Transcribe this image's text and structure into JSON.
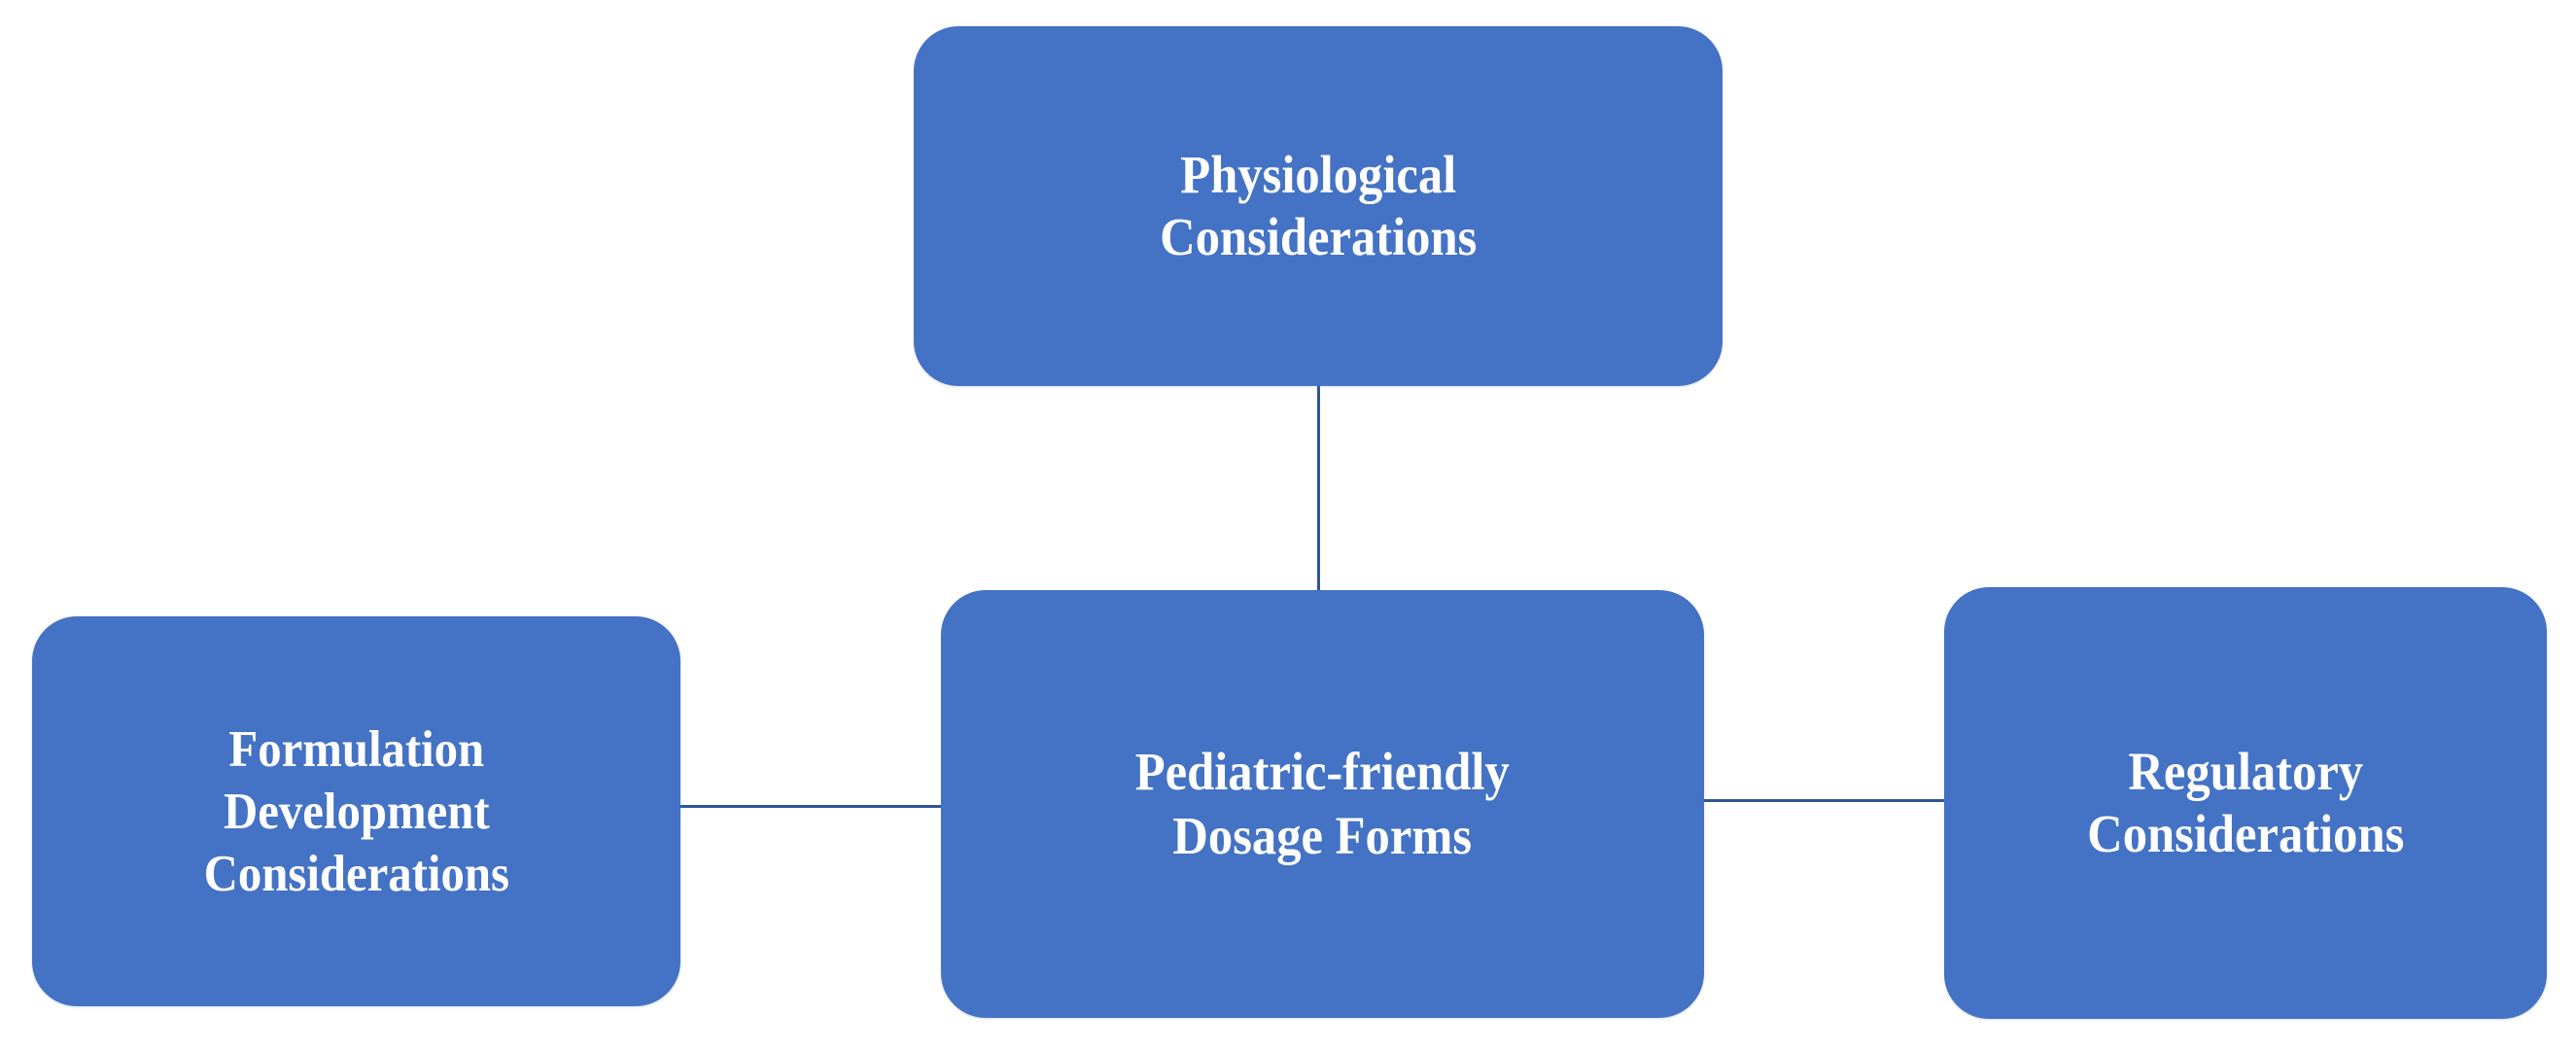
{
  "diagram": {
    "type": "concept-map",
    "title": "Pediatric-friendly Dosage Forms",
    "background_color": "#FFFFFF",
    "node_fill_color": "#4472C4",
    "node_text_color": "#FFFFFF",
    "connector_color": "#2F5597",
    "nodes": [
      {
        "id": "physiological",
        "label": "Physiological\nConsiderations",
        "role": "branch",
        "position": "top"
      },
      {
        "id": "center",
        "label": "Pediatric-friendly\nDosage Forms",
        "role": "center",
        "position": "center"
      },
      {
        "id": "formulation",
        "label": "Formulation\nDevelopment\nConsiderations",
        "role": "branch",
        "position": "left"
      },
      {
        "id": "regulatory",
        "label": "Regulatory\nConsiderations",
        "role": "branch",
        "position": "right"
      }
    ],
    "connectors": [
      {
        "id": "top-center",
        "from": "physiological",
        "to": "center",
        "orientation": "vertical"
      },
      {
        "id": "left-center",
        "from": "formulation",
        "to": "center",
        "orientation": "horizontal"
      },
      {
        "id": "center-right",
        "from": "center",
        "to": "regulatory",
        "orientation": "horizontal"
      }
    ]
  }
}
